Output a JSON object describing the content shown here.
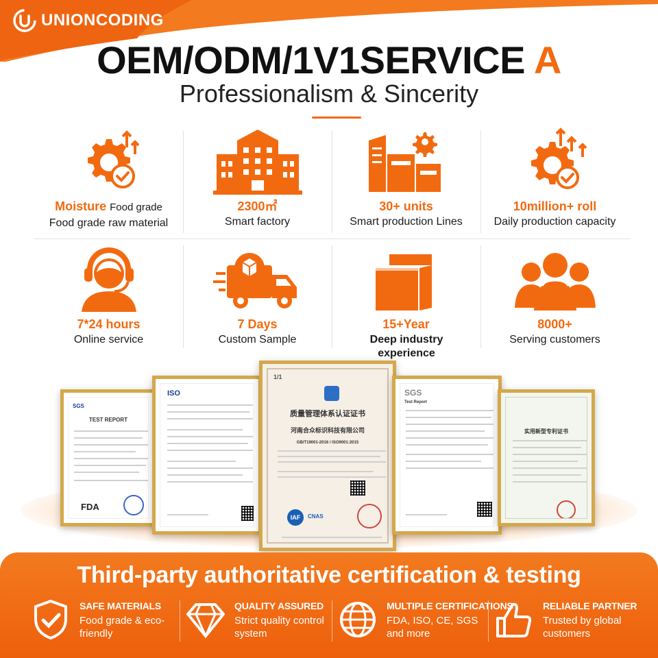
{
  "brand": {
    "name": "UNIONCODING",
    "colors": {
      "accent": "#f26a10",
      "banner": "#ee5f0c",
      "frame": "#d4a84a"
    }
  },
  "header": {
    "headline_main": "OEM/ODM/1V1SERVICE",
    "headline_accent": "A",
    "subline": "Professionalism & Sincerity"
  },
  "features": [
    {
      "icon": "gear-check-icon",
      "title": "Moisture",
      "title_plain": "Food grade",
      "desc": "Food grade raw material"
    },
    {
      "icon": "factory-icon",
      "title": "2300㎡",
      "desc": "Smart factory"
    },
    {
      "icon": "production-line-icon",
      "title": "30+ units",
      "desc": "Smart production Lines"
    },
    {
      "icon": "gear-growth-icon",
      "title": "10million+ roll",
      "desc": "Daily production capacity"
    },
    {
      "icon": "customer-service-icon",
      "title": "7*24 hours",
      "desc": "Online service"
    },
    {
      "icon": "delivery-truck-icon",
      "title": "7 Days",
      "desc": "Custom Sample"
    },
    {
      "icon": "experience-box-icon",
      "title": "15+Year",
      "desc": "Deep industry experience"
    },
    {
      "icon": "customers-group-icon",
      "title": "8000+",
      "desc": "Serving customers"
    }
  ],
  "certificates": {
    "test_report": "TEST REPORT",
    "fda_mark": "FDA",
    "iso_mark": "ISO",
    "center_title": "质量管理体系认证证书",
    "center_company": "河南合众标识科技有限公司",
    "center_standard": "GB/T19001-2016 / ISO9001:2015",
    "center_page": "1/1",
    "iaf_mark": "IAF",
    "cnas_mark": "CNAS",
    "sgs_mark": "SGS",
    "sgs_test_report": "Test Report",
    "patent_title": "实用新型专利证书"
  },
  "banner": {
    "title": "Third-party authoritative certification & testing",
    "items": [
      {
        "icon": "shield-check-icon",
        "title": "SAFE MATERIALS",
        "desc": "Food grade & eco-friendly"
      },
      {
        "icon": "diamond-icon",
        "title": "QUALITY ASSURED",
        "desc": "Strict quality control system"
      },
      {
        "icon": "globe-icon",
        "title": "MULTIPLE CERTIFICATIONS",
        "desc": "FDA, ISO, CE, SGS and more"
      },
      {
        "icon": "thumbs-up-icon",
        "title": "RELIABLE PARTNER",
        "desc": "Trusted by global customers"
      }
    ]
  }
}
